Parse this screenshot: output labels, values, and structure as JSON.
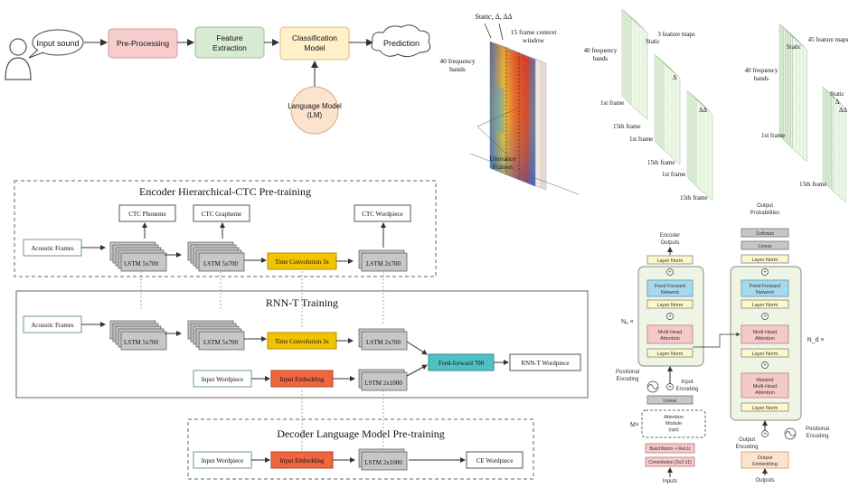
{
  "pipeline": {
    "input_sound": "Input sound",
    "preprocessing": "Pre-Processing",
    "feature_extraction": [
      "Feature",
      "Extraction"
    ],
    "classification_model": [
      "Classification",
      "Model"
    ],
    "prediction": "Prediction",
    "language_model": [
      "Language Model",
      "(LM)"
    ]
  },
  "spectrogram": {
    "static_label": "Static, Δ, ΔΔ",
    "context_label": [
      "15 frame context",
      "window"
    ],
    "freq_label": [
      "40 frequency",
      "bands"
    ],
    "utterance_label": [
      "Utterance",
      "Frames"
    ]
  },
  "feature_maps_left": {
    "maps_label": "3 feature maps",
    "freq_label": [
      "40 frequency",
      "bands"
    ],
    "static": "Static",
    "delta": "Δ",
    "delta2": "ΔΔ",
    "first_frame": "1st frame",
    "fifteenth_frame": "15th frame"
  },
  "feature_maps_right": {
    "maps_label": "45 feature maps",
    "freq_label": [
      "40 frequency",
      "bands"
    ],
    "static": "Static",
    "delta": "Δ",
    "delta2": "ΔΔ",
    "first_frame": "1st frame",
    "fifteenth_frame": "15th frame"
  },
  "encoder_pretrain": {
    "title": "Encoder Hierarchical-CTC Pre-training",
    "ctc_phoneme": "CTC Phoneme",
    "ctc_grapheme": "CTC Grapheme",
    "ctc_wordpiece": "CTC Wordpiece",
    "acoustic_frames": "Acoustic Frames",
    "lstm1": "LSTM 5x700",
    "lstm2": "LSTM 5x700",
    "time_conv": "Time Convolution 3x",
    "lstm3": "LSTM 2x700"
  },
  "rnnt": {
    "title": "RNN-T Training",
    "acoustic_frames": "Acoustic Frames",
    "lstm1": "LSTM 5x700",
    "lstm2": "LSTM 5x700",
    "time_conv": "Time Convolution 3x",
    "lstm3": "LSTM 2x700",
    "input_wordpiece": "Input Wordpiece",
    "input_embedding": "Input Embedding",
    "lstm_dec": "LSTM 2x1000",
    "joint": "Feed-forward 700",
    "output": "RNN-T Wordpiece"
  },
  "decoder_pretrain": {
    "title": "Decoder Language Model Pre-training",
    "input_wordpiece": "Input Wordpiece",
    "input_embedding": "Input Embedding",
    "lstm": "LSTM 2x1000",
    "output": "CE Wordpiece"
  },
  "transformer": {
    "output_probabilities": [
      "Output",
      "Probabilities"
    ],
    "softmax": "Softmax",
    "linear_top": "Linear",
    "layer_norm": "Layer Norm",
    "feed_forward": [
      "Feed Forward",
      "Network"
    ],
    "mha": [
      "Multi-Head",
      "Attention"
    ],
    "masked_mha": [
      "Masked",
      "Multi-Head",
      "Attention"
    ],
    "encoder_outputs": [
      "Encoder",
      "Outputs"
    ],
    "nx_left": "Nₑ ×",
    "nx_right": "N_d ×",
    "positional_encoding": [
      "Positional",
      "Encoding"
    ],
    "input_encoding": [
      "Input",
      "Encoding"
    ],
    "output_encoding": [
      "Output",
      "Encoding"
    ],
    "linear_in": "Linear",
    "m_times": "M×",
    "attention_module": [
      "Attention",
      "Module",
      "(opt)"
    ],
    "batchnorm": "BatchNorm + ReLU",
    "conv_block": "Convolution (2x2 x1)",
    "inputs": "Inputs",
    "outputs": "Outputs",
    "output_embedding": [
      "Output",
      "Embedding"
    ]
  },
  "colors": {
    "preprocessing": "#f6cccc",
    "feature_extraction": "#d8ead2",
    "classification": "#fff0c9",
    "language_model": "#fbe3ce",
    "yellow": "#f2c300",
    "red": "#f0673f",
    "teal": "#4fc1c4",
    "grey": "#c7c7c7",
    "green_panel": "#eef5e4",
    "pink": "#f6c9c9",
    "yellow_light": "#fdf7c9",
    "blue": "#a7d9ea"
  }
}
